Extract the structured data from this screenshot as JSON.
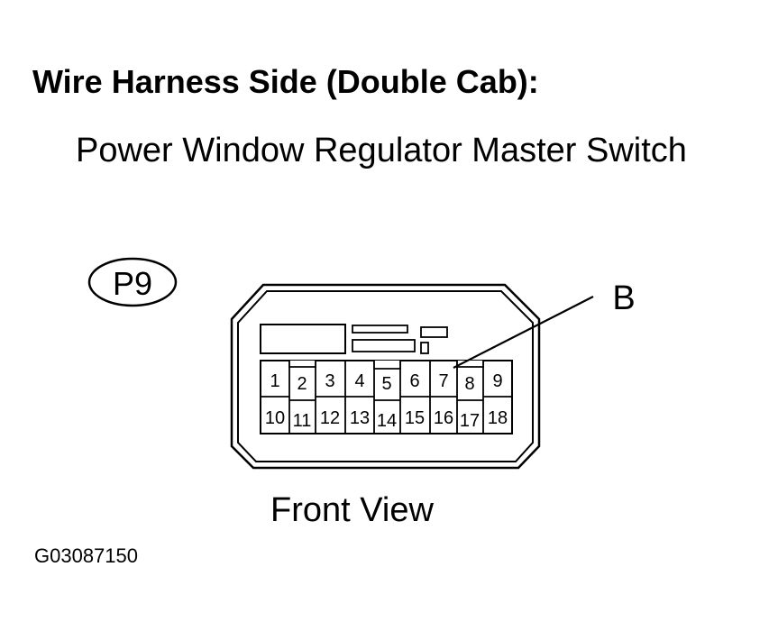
{
  "title": "Wire Harness Side (Double Cab):",
  "subtitle": "Power Window Regulator Master Switch",
  "connector_code": "P9",
  "callout_label": "B",
  "view_label": "Front View",
  "figure_id": "G03087150",
  "terminals_top": [
    "1",
    "2",
    "3",
    "4",
    "5",
    "6",
    "7",
    "8",
    "9"
  ],
  "terminals_bottom": [
    "10",
    "11",
    "12",
    "13",
    "14",
    "15",
    "16",
    "17",
    "18"
  ]
}
